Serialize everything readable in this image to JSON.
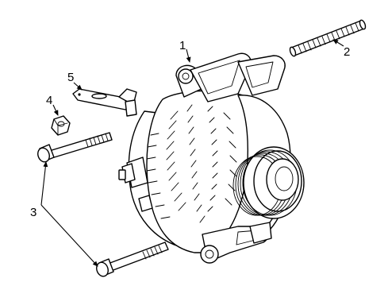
{
  "callouts": [
    {
      "id": "1",
      "text": "1"
    },
    {
      "id": "2",
      "text": "2"
    },
    {
      "id": "3",
      "text": "3"
    },
    {
      "id": "4",
      "text": "4"
    },
    {
      "id": "5",
      "text": "5"
    }
  ],
  "icons": [
    "alternator",
    "stud",
    "bolt",
    "nut",
    "bracket"
  ]
}
